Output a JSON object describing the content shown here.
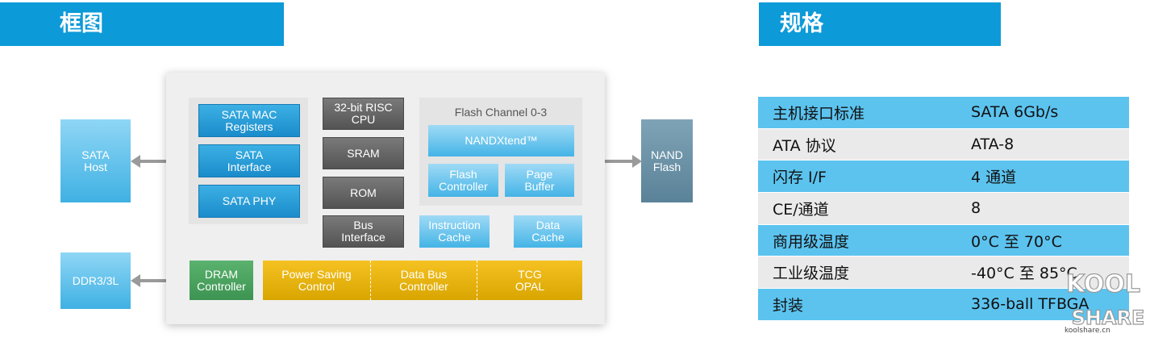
{
  "left_header": {
    "title": "框图"
  },
  "right_header": {
    "title": "规格"
  },
  "diagram": {
    "external": {
      "sata_host": "SATA\nHost",
      "ddr": "DDR3/3L",
      "nand": "NAND\nFlash"
    },
    "sata": {
      "mac": "SATA MAC\nRegisters",
      "interface": "SATA\nInterface",
      "phy": "SATA PHY"
    },
    "core": {
      "cpu": "32-bit RISC\nCPU",
      "sram": "SRAM",
      "rom": "ROM",
      "bus": "Bus\nInterface"
    },
    "flash": {
      "channel_title": "Flash Channel 0-3",
      "nandxtend": "NANDXtend™",
      "flash_controller": "Flash\nController",
      "page_buffer": "Page\nBuffer"
    },
    "cache": {
      "instruction": "Instruction\nCache",
      "data": "Data\nCache"
    },
    "bottom": {
      "dram": "DRAM\nController",
      "power": "Power Saving\nControl",
      "databus": "Data Bus\nController",
      "tcg": "TCG\nOPAL"
    }
  },
  "spec_rows": [
    {
      "key": "主机接口标准",
      "value": "SATA 6Gb/s"
    },
    {
      "key": "ATA 协议",
      "value": "ATA-8"
    },
    {
      "key": "闪存 I/F",
      "value": "4 通道"
    },
    {
      "key": "CE/通道",
      "value": "8"
    },
    {
      "key": "商用级温度",
      "value": "0°C 至 70°C"
    },
    {
      "key": "工业级温度",
      "value": "-40°C 至 85°C"
    },
    {
      "key": "封装",
      "value": "336-ball TFBGA"
    }
  ],
  "watermark": {
    "line1": "KOOL",
    "line2": "SHARE",
    "site": "koolshare.cn"
  }
}
